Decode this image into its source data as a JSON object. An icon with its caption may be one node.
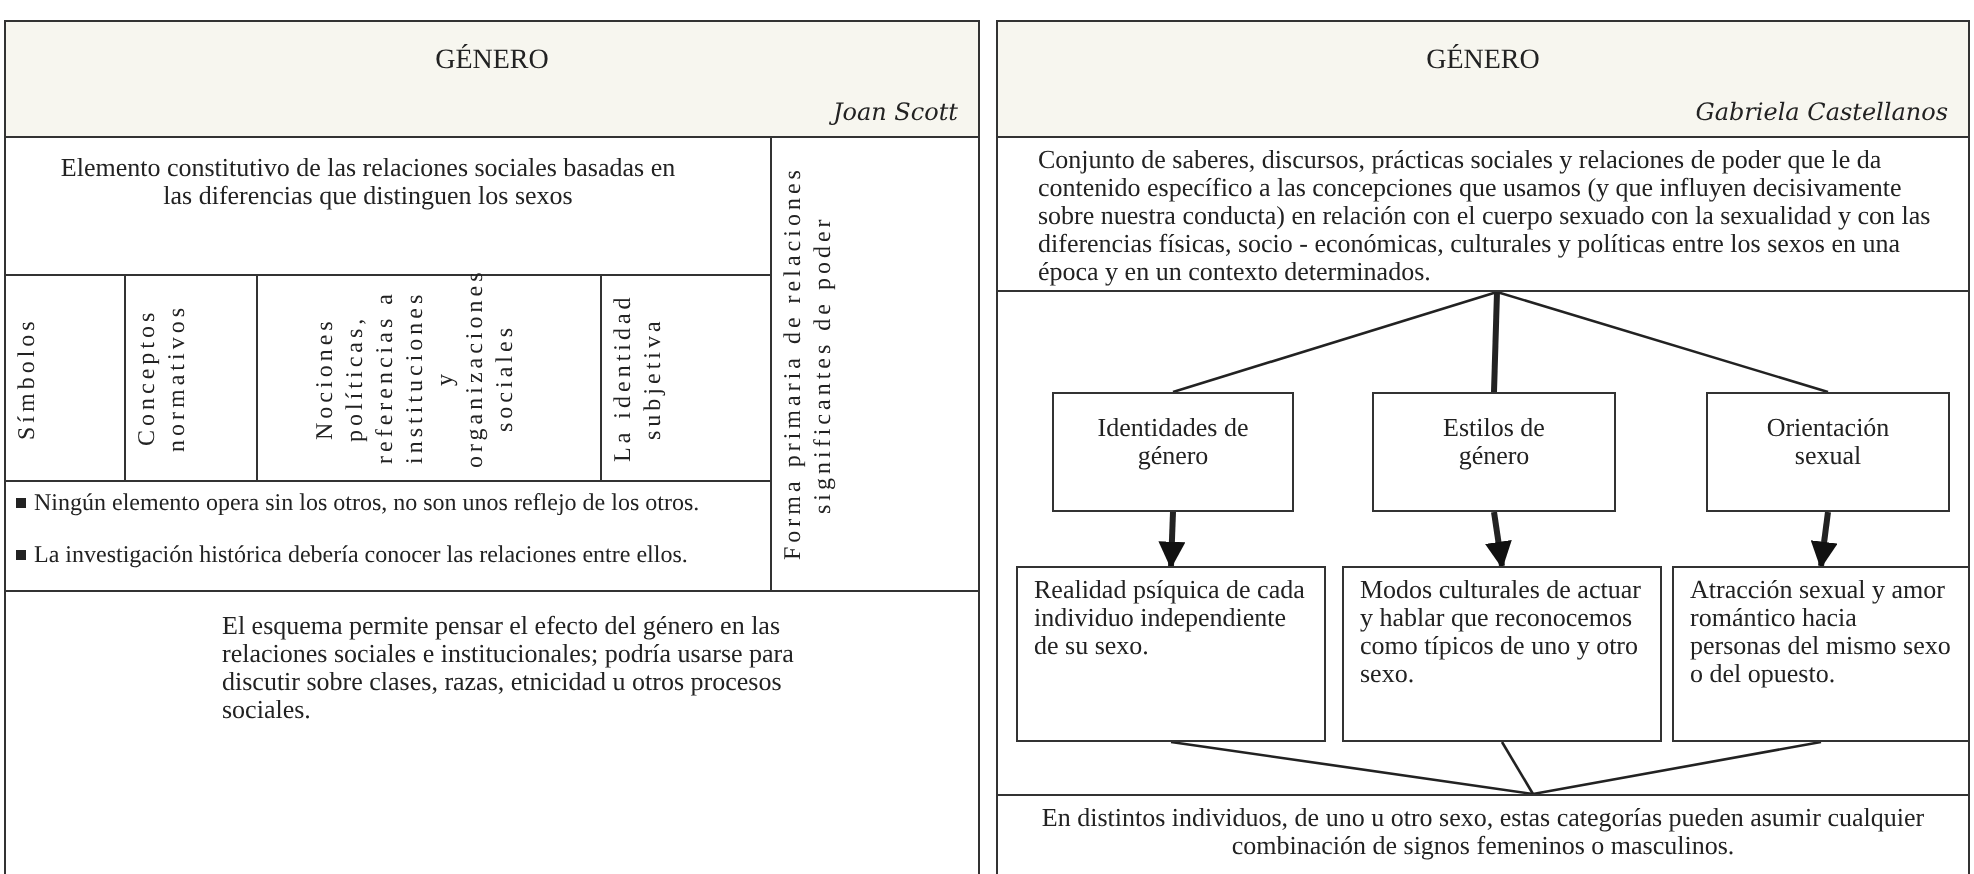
{
  "diagram": {
    "nodes": [
      {
        "text": [
          "GÉNERO",
          "Joan Scott"
        ]
      },
      {
        "text": [
          "Elemento constitutivo de las relaciones sociales basadas en las diferencias que distinguen los sexos"
        ]
      },
      {
        "text": [
          "Símbolos"
        ]
      },
      {
        "text": [
          "Conceptos normativos"
        ]
      },
      {
        "text": [
          "Nociones políticas, referencias a instituciones y organizaciones sociales"
        ]
      },
      {
        "text": [
          "La identidad subjetiva"
        ]
      },
      {
        "text": [
          "Forma primaria de relaciones significantes de poder"
        ]
      },
      {
        "text": [
          "Ningún elemento opera sin los otros, no son unos reflejo de los otros.",
          "La investigación histórica debería conocer las relaciones entre ellos."
        ]
      },
      {
        "text": [
          "El esquema permite pensar el efecto del género en las relaciones sociales e institucionales; podría usarse para discutir sobre clases, razas, etnicidad u otros procesos sociales."
        ]
      },
      {
        "text": [
          "GÉNERO",
          "Gabriela Castellanos"
        ]
      },
      {
        "text": [
          "Conjunto de saberes, discursos, prácticas sociales y relaciones de poder que le da contenido específico a las concepciones que usamos (y que influyen decisivamente sobre nuestra conducta) en relación con el cuerpo sexuado con la sexualidad y con las diferencias físicas, socio - económicas, culturales y políticas entre los sexos en una época y en un contexto determinados."
        ]
      },
      {
        "text": [
          "Identidades de género"
        ]
      },
      {
        "text": [
          "Estilos de género"
        ]
      },
      {
        "text": [
          "Orientación sexual"
        ]
      },
      {
        "text": [
          "Realidad psíquica de cada individuo independiente de su sexo."
        ]
      },
      {
        "text": [
          "Modos culturales de actuar y hablar que reconocemos como típicos de uno y otro sexo."
        ]
      },
      {
        "text": [
          "Atracción sexual y amor romántico hacia personas del mismo sexo o del opuesto."
        ]
      },
      {
        "text": [
          "En distintos individuos, de uno u otro sexo, estas categorías pueden asumir cualquier combinación de signos femeninos o masculinos."
        ]
      }
    ],
    "edges": [
      {
        "from": 10,
        "to": 11,
        "arrow": "none"
      },
      {
        "from": 10,
        "to": 12,
        "arrow": "none",
        "style": "thick"
      },
      {
        "from": 10,
        "to": 13,
        "arrow": "none"
      },
      {
        "from": 11,
        "to": 14,
        "arrow": "to",
        "style": "thick"
      },
      {
        "from": 12,
        "to": 15,
        "arrow": "to",
        "style": "thick"
      },
      {
        "from": 13,
        "to": 16,
        "arrow": "to",
        "style": "thick"
      },
      {
        "from": 14,
        "to": 17,
        "arrow": "none"
      },
      {
        "from": 15,
        "to": 17,
        "arrow": "none"
      },
      {
        "from": 16,
        "to": 17,
        "arrow": "none"
      }
    ]
  }
}
